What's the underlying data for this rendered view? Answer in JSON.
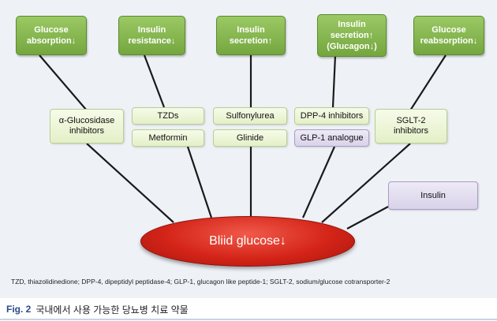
{
  "effects": [
    "Glucose\nabsorption↓",
    "Insulin\nresistance↓",
    "Insulin\nsecretion↑",
    "Insulin\nsecretion↑\n(Glucagon↓)",
    "Glucose\nreabsorption↓"
  ],
  "drugs": {
    "agi": "α-Glucosidase\ninhibitors",
    "tzd": "TZDs",
    "metformin": "Metformin",
    "sulfonylurea": "Sulfonylurea",
    "glinide": "Glinide",
    "dpp4": "DPP-4 inhibitors",
    "glp1": "GLP-1 analogue",
    "sglt2": "SGLT-2\ninhibitors",
    "insulin": "Insulin"
  },
  "center": "Bliid glucose↓",
  "footnote": "TZD, thiazolidinedione; DPP-4, dipeptidyl peptidase-4; GLP-1, glucagon like peptide-1; SGLT-2, sodium/glucose cotransporter-2",
  "caption": {
    "label": "Fig. 2",
    "text": "국내에서 사용 가능한 당뇨병 치료 약물"
  },
  "colors": {
    "effect_green": "#7fb446",
    "drug_green": "#eef6dc",
    "drug_purple": "#e2dcef",
    "oval_red": "#d42418",
    "caption_blue": "#2a4a8a"
  }
}
